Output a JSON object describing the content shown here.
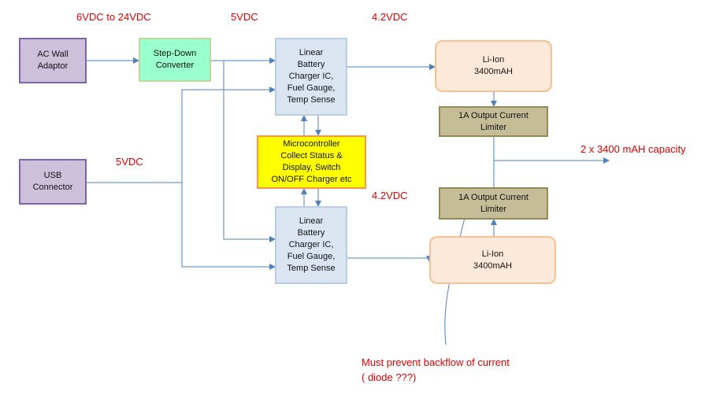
{
  "colors": {
    "wire": "#4f81bd",
    "label_red": "#e00000",
    "note_red": "#e00000"
  },
  "blocks": {
    "ac_adaptor": "AC Wall\nAdaptor",
    "step_down": "Step-Down\nConverter",
    "charger_top": "Linear\nBattery\nCharger IC,\nFuel Gauge,\nTemp Sense",
    "charger_bottom": "Linear\nBattery\nCharger IC,\nFuel Gauge,\nTemp Sense",
    "usb": "USB\nConnector",
    "mcu": "Microcontroller\nCollect Status &\nDisplay, Switch\nON/OFF Charger etc",
    "battery_top": "Li-Ion\n3400mAH",
    "battery_bottom": "Li-Ion\n3400mAH",
    "limiter_top": "1A Output Current\nLimiter",
    "limiter_bottom": "1A  Output Current\nLimiter"
  },
  "labels": {
    "input_range": "6VDC to 24VDC",
    "v5_top": "5VDC",
    "v42_top": "4.2VDC",
    "v5_usb": "5VDC",
    "v42_bottom": "4.2VDC",
    "capacity": "2 x 3400 mAH capacity",
    "note": "Must prevent backflow of current\n( diode ???)"
  }
}
